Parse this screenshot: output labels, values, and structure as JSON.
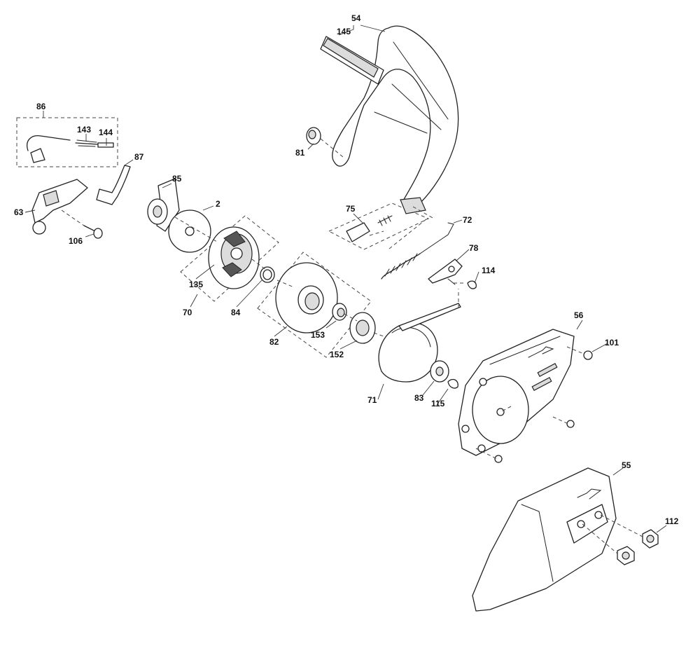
{
  "diagram": {
    "labels": {
      "p54": "54",
      "p145": "145",
      "p86": "86",
      "p143": "143",
      "p144": "144",
      "p87": "87",
      "p81": "81",
      "p85": "85",
      "p2": "2",
      "p63": "63",
      "p106": "106",
      "p75": "75",
      "p72": "72",
      "p78": "78",
      "p114": "114",
      "p135": "135",
      "p70": "70",
      "p84": "84",
      "p82": "82",
      "p153": "153",
      "p152": "152",
      "p56": "56",
      "p101": "101",
      "p71": "71",
      "p83": "83",
      "p115": "115",
      "p55": "55",
      "p112": "112"
    }
  },
  "colors": {
    "line": "#222222",
    "fill": "#ffffff",
    "shade": "#dcdcdc"
  }
}
